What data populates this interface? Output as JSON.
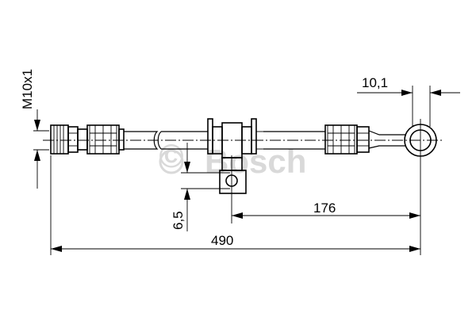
{
  "watermark": {
    "symbol": "©",
    "text": "Bosch"
  },
  "dimensions": {
    "thread": "M10x1",
    "eye_width": "10,1",
    "bracket_offset": "6,5",
    "bracket_to_eye": "176",
    "overall_length": "490"
  }
}
